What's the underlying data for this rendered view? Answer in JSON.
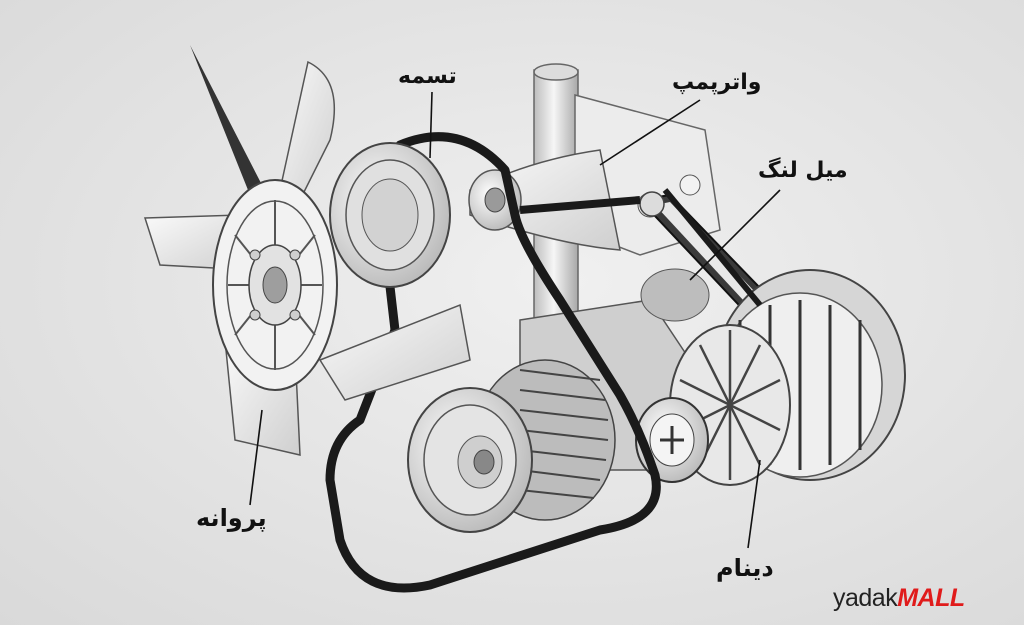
{
  "labels": {
    "belt": "تسمه",
    "water_pump": "واترپمپ",
    "adjusting_rod": "میل لنگ",
    "fan": "پروانه",
    "alternator": "دینام"
  },
  "logo": {
    "part1": "yadak",
    "part2": "MALL"
  },
  "colors": {
    "background": "#e6e6e6",
    "belt": "#1a1a1a",
    "logo_red": "#e01b1b",
    "part": "#f4f4f4",
    "outline": "#555555"
  }
}
